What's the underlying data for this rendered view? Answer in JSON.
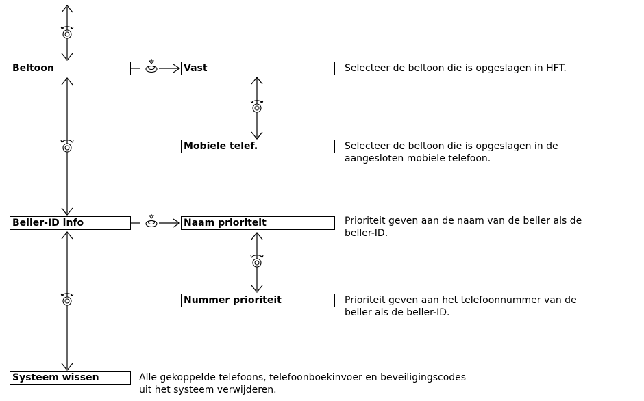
{
  "boxes": {
    "beltoon": "Beltoon",
    "vast": "Vast",
    "mobiele": "Mobiele telef.",
    "beller_id": "Beller-ID info",
    "naam": "Naam prioriteit",
    "nummer": "Nummer prioriteit",
    "systeem": "Systeem wissen"
  },
  "descriptions": {
    "vast": [
      "Selecteer de beltoon die is opgeslagen in HFT."
    ],
    "mobiele": [
      "Selecteer de beltoon die is opgeslagen in de",
      "aangesloten mobiele telefoon."
    ],
    "naam": [
      "Prioriteit geven aan de naam van de beller als de",
      "beller-ID."
    ],
    "nummer": [
      "Prioriteit geven aan het telefoonnummer van de",
      "beller als de beller-ID."
    ],
    "systeem": [
      "Alle gekoppelde telefoons, telefoonboekinvoer en beveiligingscodes",
      "uit het systeem verwijderen."
    ]
  },
  "icons": {
    "rotate": "rotate-knob-icon",
    "press": "press-knob-icon"
  }
}
